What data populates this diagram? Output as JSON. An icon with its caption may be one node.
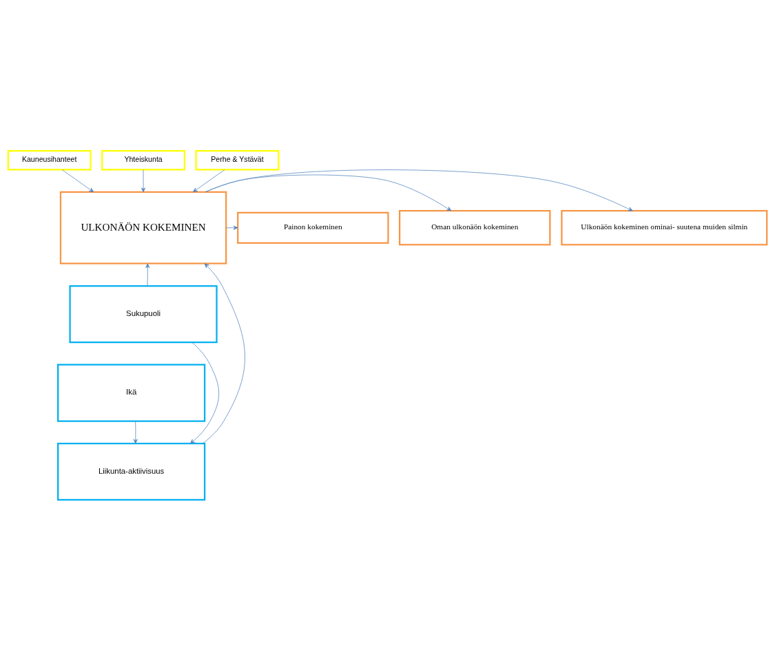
{
  "diagram": {
    "nodes": [
      {
        "text": [
          "Kauneusihanteet"
        ]
      },
      {
        "text": [
          "Yhteiskunta"
        ]
      },
      {
        "text": [
          "Perhe & Ystävät"
        ]
      },
      {
        "text": [
          "ULKONÄÖN KOKEMINEN"
        ]
      },
      {
        "text": [
          "Painon kokeminen"
        ]
      },
      {
        "text": [
          "Oman ulkonäön kokeminen"
        ]
      },
      {
        "text": [
          "Ulkonäön kokeminen ominai- suutena muiden silmin"
        ]
      },
      {
        "text": [
          "Sukupuoli"
        ]
      },
      {
        "text": [
          "Ikä"
        ]
      },
      {
        "text": [
          "Liikunta-aktiivisuus"
        ]
      }
    ],
    "edges": [
      {
        "from": 0,
        "to": 3,
        "arrow": "to"
      },
      {
        "from": 1,
        "to": 3,
        "arrow": "to"
      },
      {
        "from": 2,
        "to": 3,
        "arrow": "to"
      },
      {
        "from": 3,
        "to": 4,
        "arrow": "to"
      },
      {
        "from": 3,
        "to": 5,
        "arrow": "to"
      },
      {
        "from": 3,
        "to": 6,
        "arrow": "to"
      },
      {
        "from": 7,
        "to": 3,
        "arrow": "to"
      },
      {
        "from": 9,
        "to": 3,
        "arrow": "to"
      },
      {
        "from": 7,
        "to": 9,
        "arrow": "to"
      },
      {
        "from": 8,
        "to": 9,
        "arrow": "to"
      }
    ]
  }
}
